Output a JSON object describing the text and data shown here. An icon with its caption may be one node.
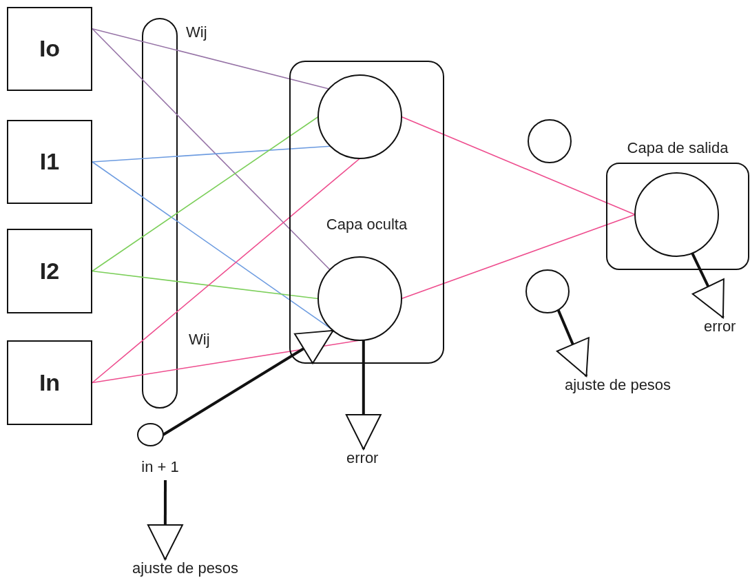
{
  "diagram": {
    "nodes": [
      {
        "text": [
          "Io"
        ]
      },
      {
        "text": [
          "I1"
        ]
      },
      {
        "text": [
          "I2"
        ]
      },
      {
        "text": [
          "In"
        ]
      },
      {
        "text": [
          "Capa oculta"
        ]
      },
      {
        "text": [],
        "shape": "circle",
        "in": 4
      },
      {
        "text": [],
        "shape": "circle",
        "in": 4
      },
      {
        "text": [],
        "shape": "circle"
      },
      {
        "text": [
          "Capa de salida"
        ]
      },
      {
        "text": [],
        "shape": "circle",
        "in": 8
      },
      {
        "text": [],
        "shape": "circle"
      },
      {
        "text": [],
        "shape": "circle",
        "beside": [
          "in + 1"
        ]
      },
      {
        "text": [
          "error"
        ]
      },
      {
        "text": [
          "ajuste de pesos"
        ]
      },
      {
        "text": [
          "ajuste de pesos"
        ]
      },
      {
        "text": [
          "error"
        ]
      }
    ],
    "edges": [
      {
        "from": 0,
        "to": 5,
        "arrow": "none",
        "color": "#9673a6"
      },
      {
        "from": 0,
        "to": 6,
        "arrow": "none",
        "color": "#9673a6"
      },
      {
        "from": 1,
        "to": 5,
        "arrow": "none",
        "color": "#6c9be0"
      },
      {
        "from": 1,
        "to": 6,
        "arrow": "none",
        "color": "#6c9be0"
      },
      {
        "from": 2,
        "to": 5,
        "arrow": "none",
        "color": "#7ccf5a"
      },
      {
        "from": 2,
        "to": 6,
        "arrow": "none",
        "color": "#7ccf5a"
      },
      {
        "from": 3,
        "to": 5,
        "arrow": "none",
        "color": "#ee4d8e"
      },
      {
        "from": 3,
        "to": 6,
        "arrow": "none",
        "color": "#ee4d8e"
      },
      {
        "from": 5,
        "to": 9,
        "arrow": "none",
        "color": "#ee4d8e"
      },
      {
        "from": 6,
        "to": 9,
        "arrow": "none",
        "color": "#ee4d8e"
      },
      {
        "from": 11,
        "to": 6,
        "arrow": "to",
        "style": "thick"
      },
      {
        "from": 6,
        "to": 12,
        "arrow": "to",
        "style": "thick"
      },
      {
        "from": 11,
        "to": 13,
        "arrow": "to",
        "style": "thick"
      },
      {
        "from": 10,
        "to": 14,
        "arrow": "to",
        "style": "thick"
      },
      {
        "from": 9,
        "to": 15,
        "arrow": "to",
        "style": "thick"
      }
    ],
    "labels": [
      "Wij",
      "Wij"
    ]
  }
}
